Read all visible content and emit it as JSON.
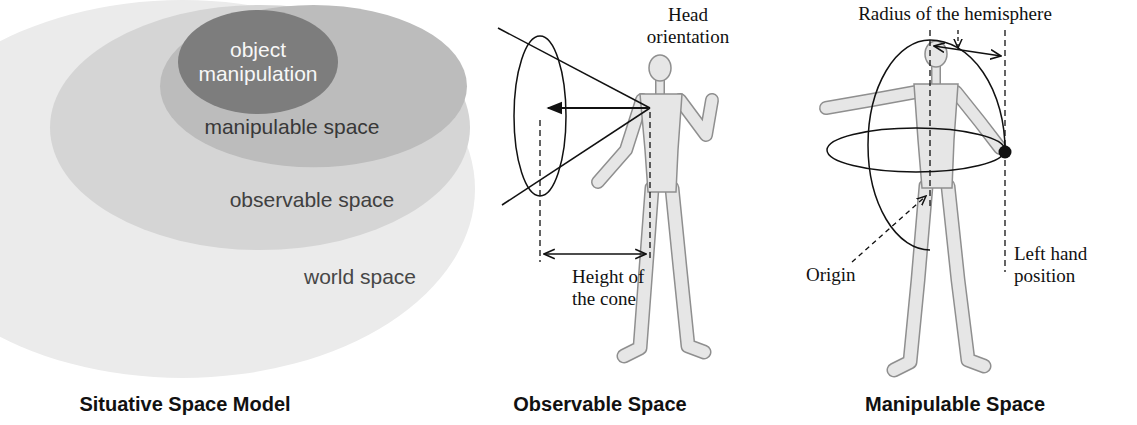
{
  "diagram": {
    "nodes": [
      {
        "text": [
          "world space"
        ]
      },
      {
        "text": [
          "observable space"
        ],
        "in": 0
      },
      {
        "text": [
          "manipulable space"
        ],
        "in": 1
      },
      {
        "text": [
          "object manipulation"
        ],
        "in": 2
      }
    ],
    "labels": [
      "Head orientation",
      "Radius of the hemisphere",
      "Height of the cone",
      "Origin",
      "Left hand position",
      "Situative Space Model",
      "Observable Space",
      "Manipulable Space"
    ]
  }
}
